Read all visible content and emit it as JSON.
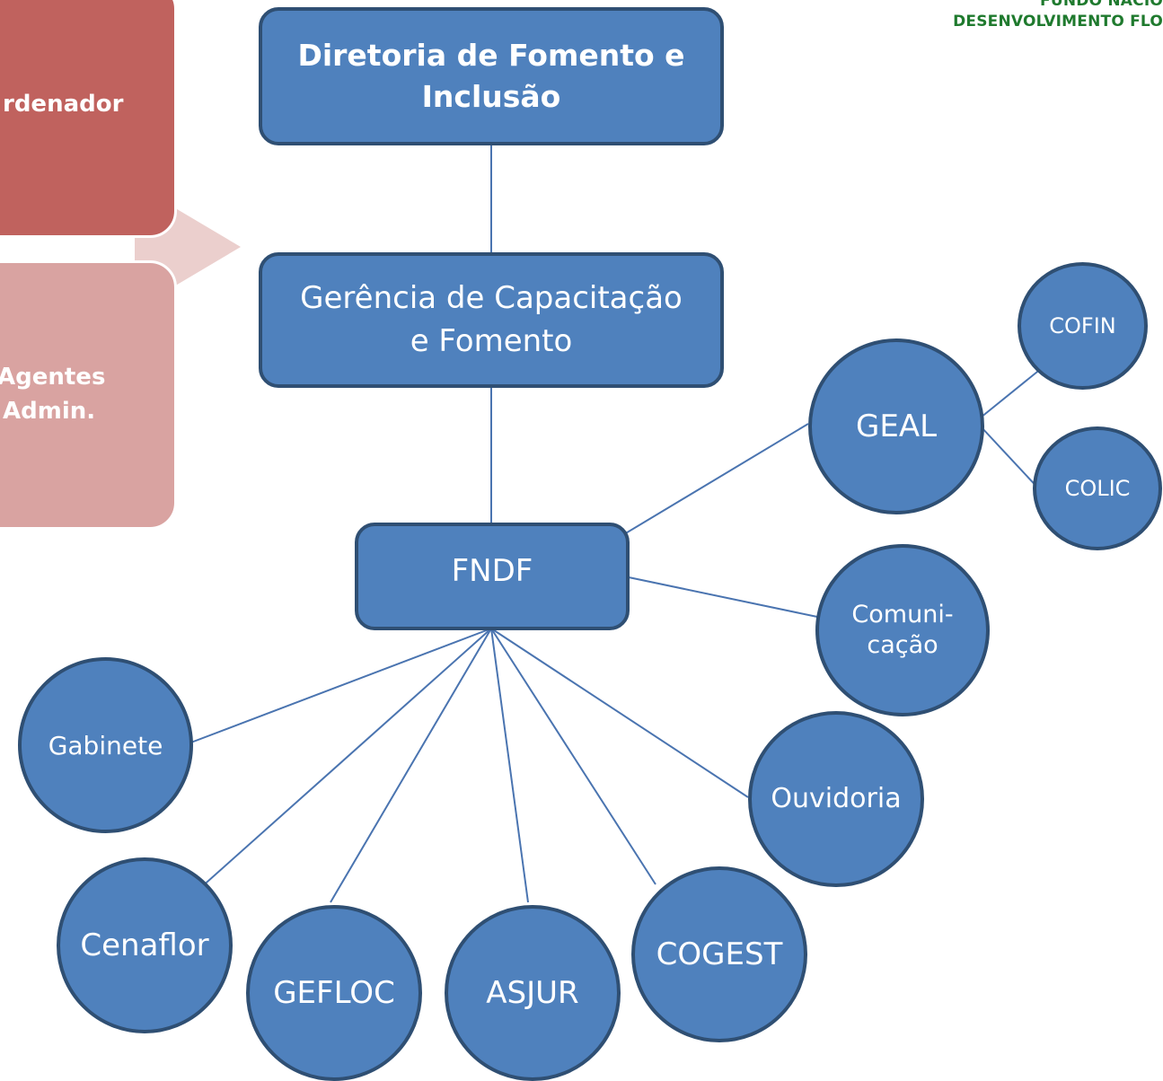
{
  "brand": {
    "line1": "FUNDO NACIO",
    "line2": "DESENVOLVIMENTO FLO",
    "color": "#1f7a2e"
  },
  "side_panel": {
    "top_label": "rdenador",
    "bottom_label_line1": "Agentes",
    "bottom_label_line2": "Admin.",
    "top_color": "#c0625e",
    "bottom_color": "#d9a3a1",
    "arrow_color": "#ebcfcd"
  },
  "colors": {
    "node_fill": "#4f81bd",
    "node_border": "#2f4f73",
    "line": "#4a74b0"
  },
  "nodes": {
    "diretoria": "Diretoria de Fomento e Inclusão",
    "gerencia": "Gerência de Capacitação e Fomento",
    "fndf": "FNDF",
    "geal": "GEAL",
    "cofin": "COFIN",
    "colic": "COLIC",
    "comunicacao_line1": "Comuni-",
    "comunicacao_line2": "cação",
    "gabinete": "Gabinete",
    "ouvidoria": "Ouvidoria",
    "cenaflor": "Cenaflor",
    "gefloc": "GEFLOC",
    "asjur": "ASJUR",
    "cogest": "COGEST"
  }
}
